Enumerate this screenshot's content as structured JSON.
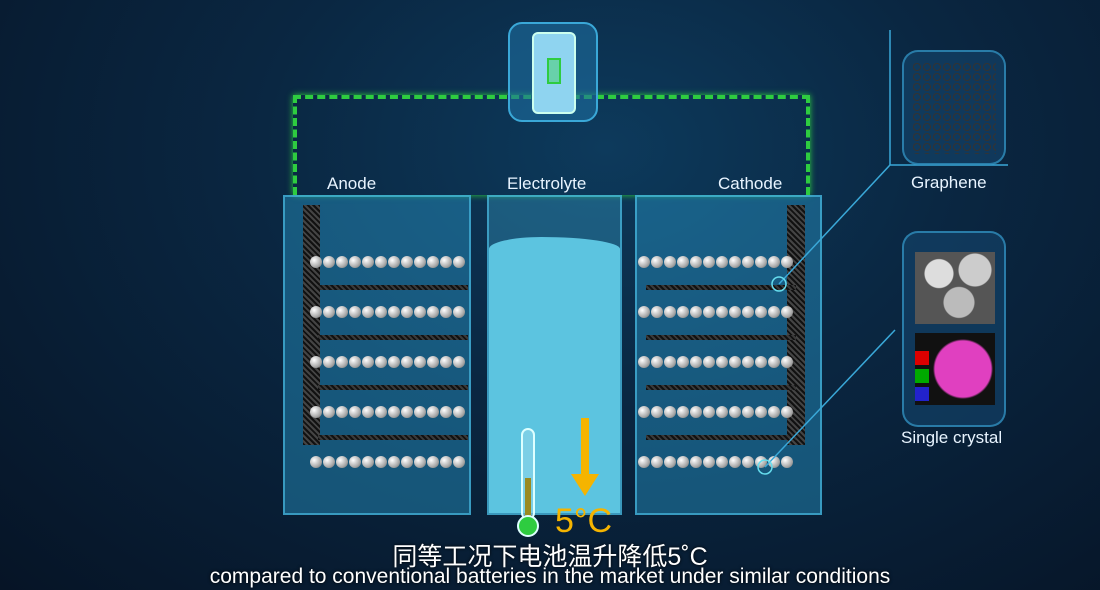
{
  "labels": {
    "anode": "Anode",
    "electrolyte": "Electrolyte",
    "cathode": "Cathode",
    "graphene": "Graphene",
    "single_crystal": "Single crystal"
  },
  "temperature_drop": "5°C",
  "subtitles": {
    "zh": "同等工况下电池温升降低5˚C",
    "en": "compared to conventional batteries in the market under similar conditions"
  },
  "colors": {
    "circuit": "#2ecc40",
    "accent": "#f5b400",
    "container": "#3aa8d8"
  },
  "thermometer_level": 0.45
}
